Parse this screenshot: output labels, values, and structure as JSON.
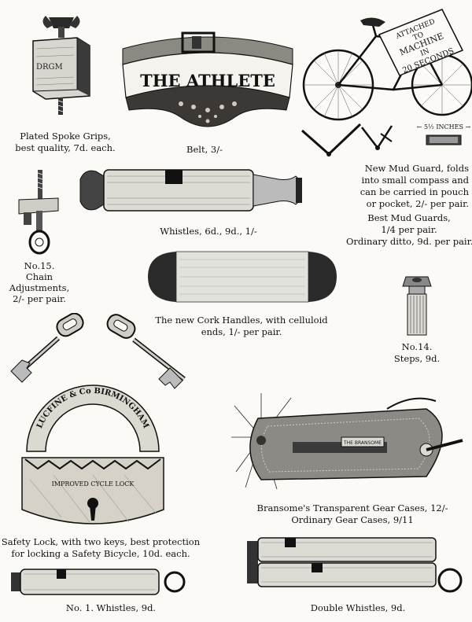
{
  "items": {
    "spoke_grips": {
      "stamp": "DRGM",
      "line1": "Plated Spoke Grips,",
      "line2": "best quality, 7d. each."
    },
    "belt": {
      "text": "THE ATHLETE",
      "caption": "Belt, 3/-"
    },
    "bicycle_sign": {
      "line1": "ATTACHED",
      "line2": "TO",
      "line3": "MACHINE",
      "line4": "IN",
      "line5": "20 SECONDS"
    },
    "mud_guard": {
      "dimension": "← 5½ INCHES →",
      "line1": "New Mud Guard, folds",
      "line2": "into small compass and",
      "line3": "can be carried in pouch",
      "line4": "or pocket, 2/- per pair.",
      "line5": "Best Mud Guards,",
      "line6": "1/4 per pair.",
      "line7": "Ordinary ditto, 9d. per pair."
    },
    "whistles_large": {
      "caption": "Whistles, 6d., 9d., 1/-"
    },
    "chain_adjustments": {
      "line1": "No.15.",
      "line2": "Chain",
      "line3": "Adjustments,",
      "line4": "2/- per pair."
    },
    "cork_handles": {
      "line1": "The new Cork Handles, with celluloid",
      "line2": "ends, 1/- per pair."
    },
    "steps": {
      "line1": "No.14.",
      "line2": "Steps, 9d."
    },
    "lock": {
      "arch": "LUCFINE & Co BIRMINGHAM",
      "plate": "IMPROVED CYCLE LOCK",
      "line1": "Safety Lock, with two keys, best protection",
      "line2": "for locking a Safety Bicycle, 10d. each."
    },
    "gear_cases": {
      "plate": "THE BRANSOME",
      "line1": "Bransome's Transparent Gear Cases, 12/-",
      "line2": "Ordinary Gear Cases, 9/11"
    },
    "whistle_small": {
      "caption": "No. 1.  Whistles, 9d."
    },
    "double_whistles": {
      "caption": "Double Whistles, 9d."
    }
  },
  "colors": {
    "paper": "#fbfaf6",
    "ink": "#141414",
    "cork": "#e2e2dc",
    "dark": "#2a2a2a"
  }
}
